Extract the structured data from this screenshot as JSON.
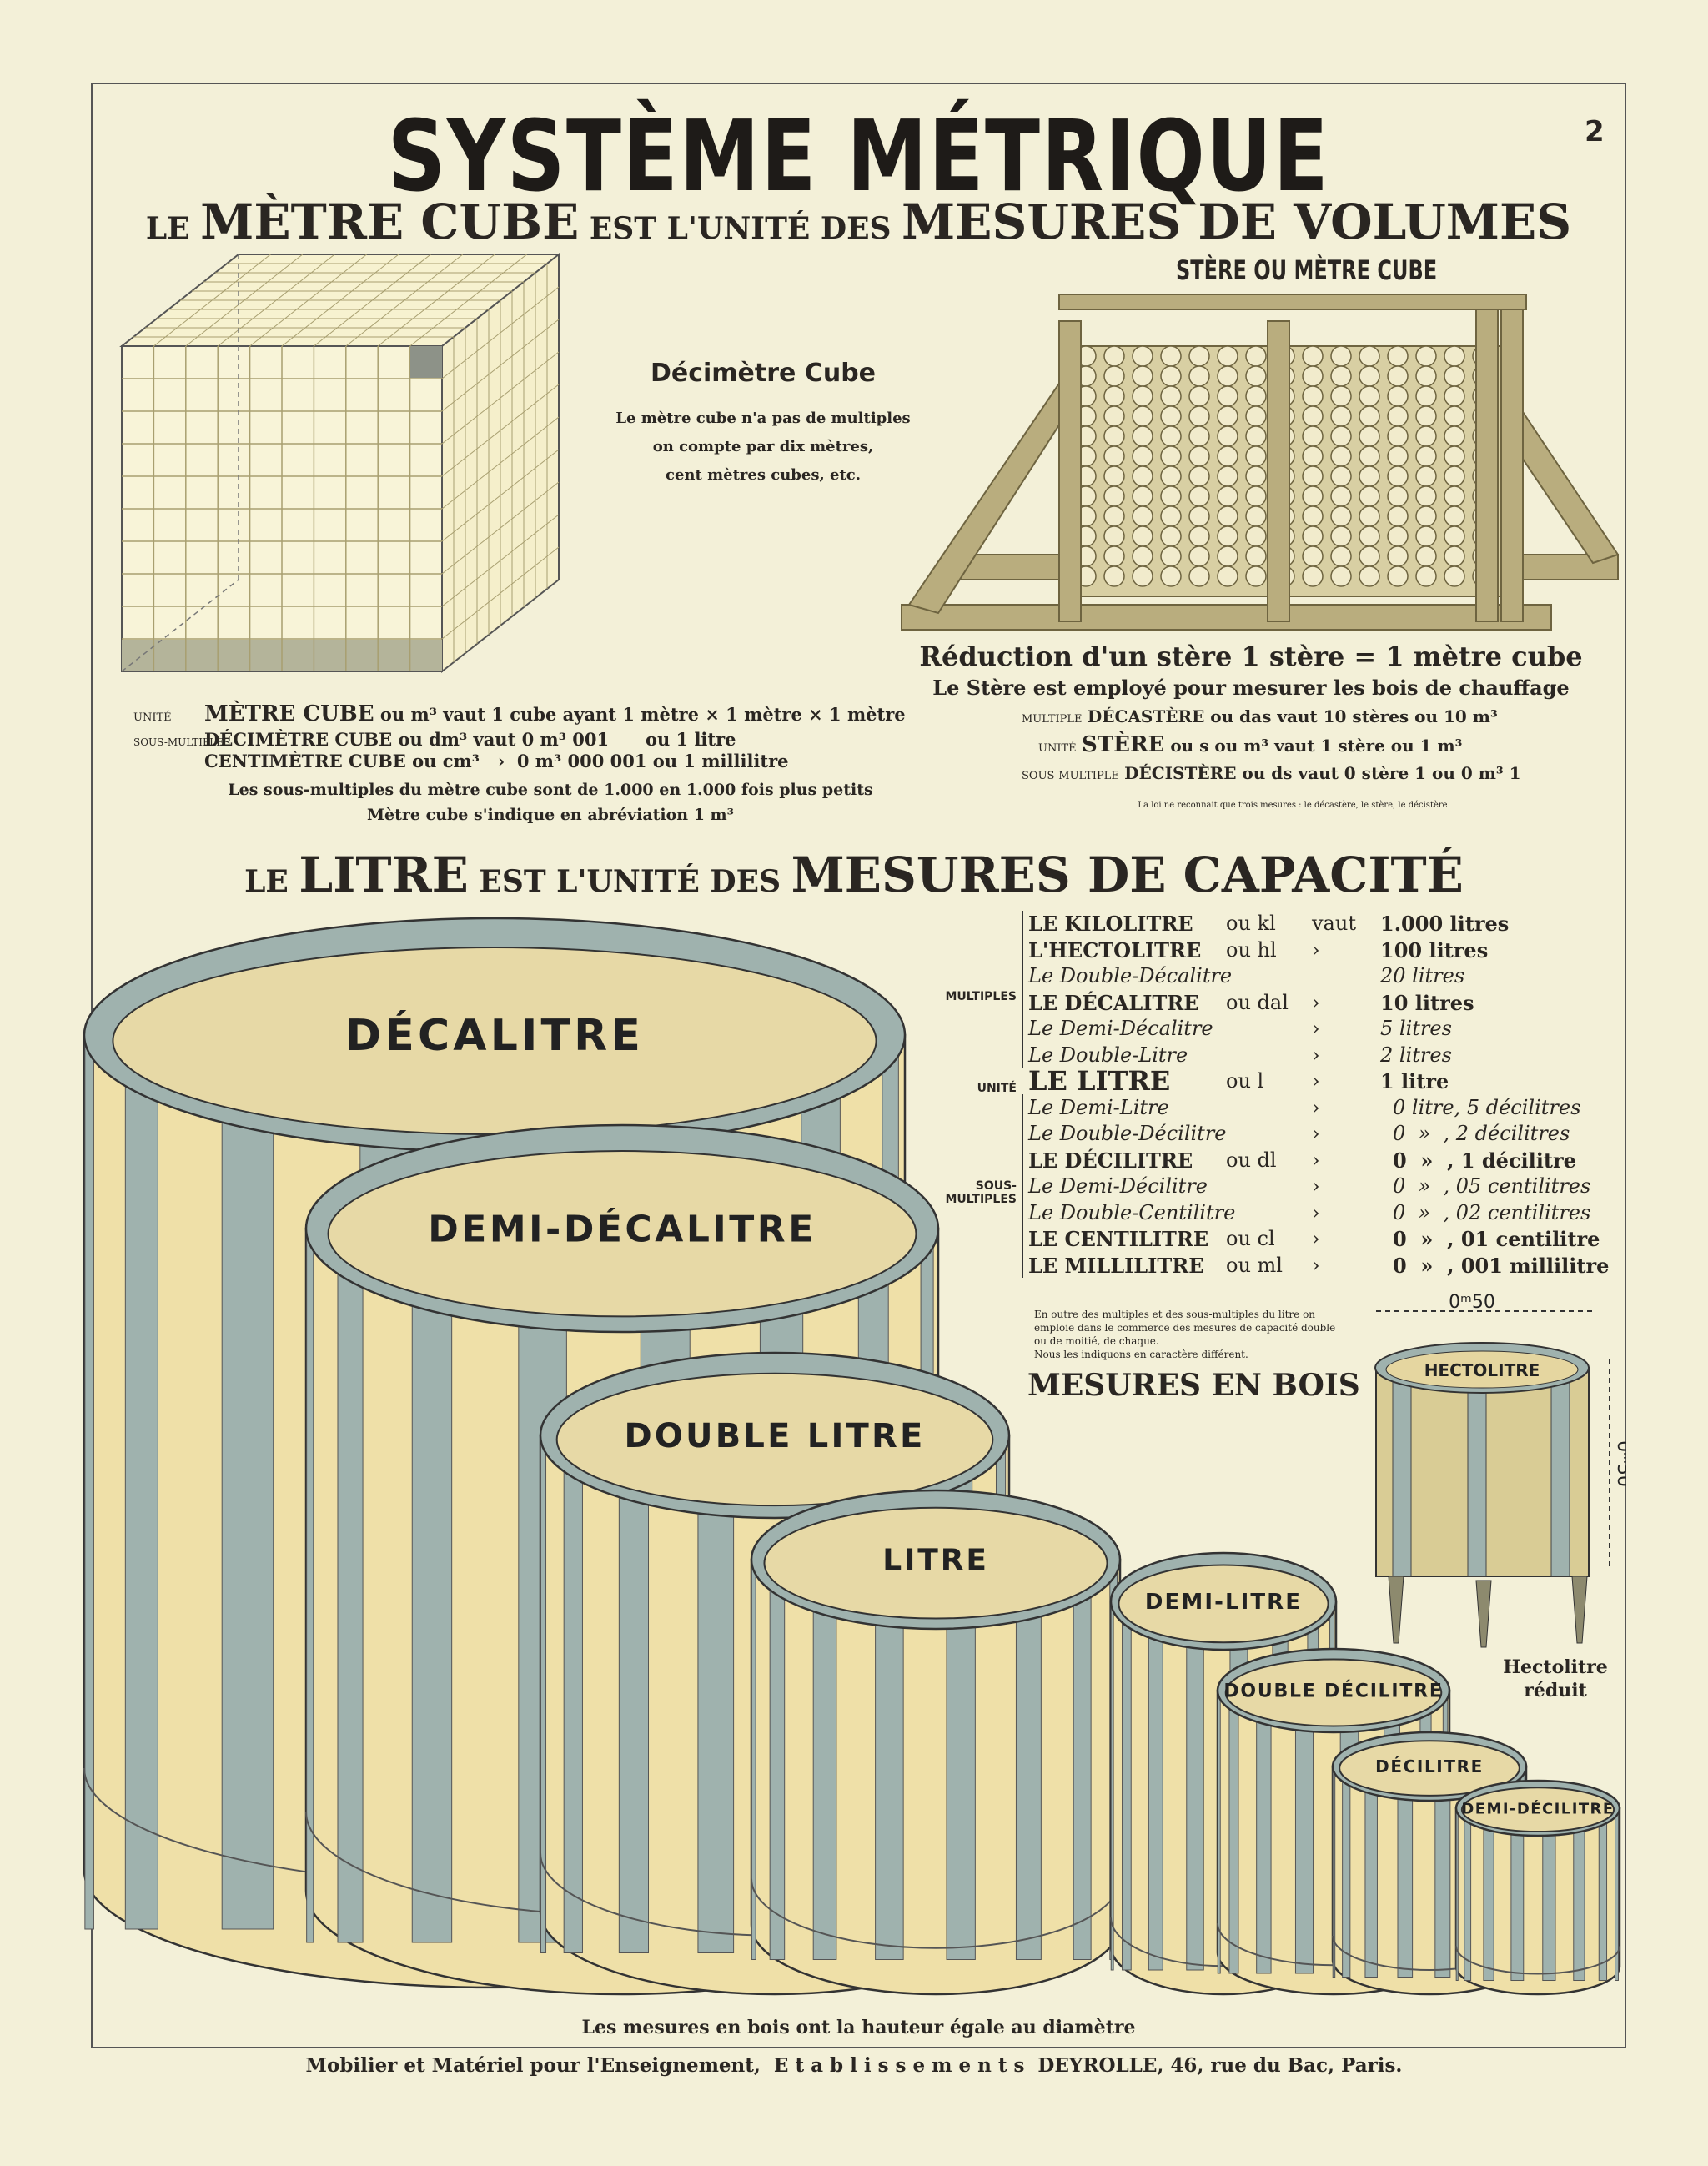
{
  "title": "SYSTÈME MÉTRIQUE",
  "page_number": "2",
  "volumes_heading": {
    "p1": "LE ",
    "p2": "MÈTRE CUBE",
    "p3": " EST L'UNITÉ DES ",
    "p4": "MESURES DE VOLUMES"
  },
  "decimetre_cube": {
    "title": "Décimètre Cube",
    "lines": [
      "Le mètre cube n'a pas de multiples",
      "on compte par dix mètres,",
      "cent mètres cubes, etc."
    ]
  },
  "stere_label": "STÈRE OU MÈTRE CUBE",
  "stere_reduction": "Réduction d'un stère 1 stère = 1 mètre cube",
  "stere_usage": "Le Stère est employé pour mesurer les bois de chauffage",
  "stere_rows": [
    {
      "group": "MULTIPLE",
      "name": "DÉCASTÈRE",
      "text": " ou das vaut 10 stères ou 10 m³"
    },
    {
      "group": "UNITÉ",
      "name": "STÈRE",
      "text": " ou s ou m³ vaut 1 stère ou 1 m³"
    },
    {
      "group": "SOUS-MULTIPLE",
      "name": "DÉCISTÈRE",
      "text": " ou ds vaut 0 stère 1 ou 0 m³ 1"
    }
  ],
  "stere_law": "La loi ne reconnait que trois mesures : le décastère, le stère, le décistère",
  "cube_rows": [
    {
      "group": "UNITÉ",
      "name": "MÈTRE CUBE",
      "text": " ou m³ vaut 1 cube ayant 1 mètre × 1 mètre × 1 mètre"
    },
    {
      "group": "SOUS-MULTIPLES",
      "name": "DÉCIMÈTRE CUBE",
      "text": " ou dm³ vaut 0 m³ 001      ou 1 litre"
    },
    {
      "group": "",
      "name": "CENTIMÈTRE CUBE",
      "text": " ou cm³   ›  0 m³ 000 001 ou 1 millilitre"
    }
  ],
  "cube_notes": [
    "Les sous-multiples du mètre cube sont de 1.000 en 1.000 fois plus petits",
    "Mètre cube s'indique en abréviation 1 m³"
  ],
  "capacity_heading": {
    "p1": "LE ",
    "p2": "LITRE",
    "p3": " EST L'UNITÉ DES ",
    "p4": "MESURES DE CAPACITÉ"
  },
  "litre_table": {
    "groups": {
      "multiples": "MULTIPLES",
      "unit": "UNITÉ",
      "sub": "SOUS-MULTIPLES"
    },
    "rows": [
      {
        "name": "LE KILOLITRE",
        "abbr": "ou kl",
        "sep": "vaut",
        "value": "1.000 litres",
        "italic": false
      },
      {
        "name": "L'HECTOLITRE",
        "abbr": "ou hl",
        "sep": "›",
        "value": "100 litres",
        "italic": false
      },
      {
        "name": "Le Double-Décalitre",
        "abbr": "",
        "sep": "",
        "value": "20 litres",
        "italic": true
      },
      {
        "name": "LE DÉCALITRE",
        "abbr": "ou dal",
        "sep": "›",
        "value": "10 litres",
        "italic": false
      },
      {
        "name": "Le Demi-Décalitre",
        "abbr": "",
        "sep": "›",
        "value": "5 litres",
        "italic": true
      },
      {
        "name": "Le Double-Litre",
        "abbr": "",
        "sep": "›",
        "value": "2 litres",
        "italic": true
      },
      {
        "name": "LE LITRE",
        "abbr": "ou l",
        "sep": "›",
        "value": "1 litre",
        "italic": false
      },
      {
        "name": "Le Demi-Litre",
        "abbr": "",
        "sep": "›",
        "value": "0 litre, 5 décilitres",
        "italic": true
      },
      {
        "name": "Le Double-Décilitre",
        "abbr": "",
        "sep": "›",
        "value": "0  »  , 2 décilitres",
        "italic": true
      },
      {
        "name": "LE DÉCILITRE",
        "abbr": "ou dl",
        "sep": "›",
        "value": "0  »  , 1 décilitre",
        "italic": false
      },
      {
        "name": "Le Demi-Décilitre",
        "abbr": "",
        "sep": "›",
        "value": "0  »  , 05 centilitres",
        "italic": true
      },
      {
        "name": "Le Double-Centilitre",
        "abbr": "",
        "sep": "›",
        "value": "0  »  , 02 centilitres",
        "italic": true
      },
      {
        "name": "LE CENTILITRE",
        "abbr": "ou cl",
        "sep": "›",
        "value": "0  »  , 01 centilitre",
        "italic": false
      },
      {
        "name": "LE MILLILITRE",
        "abbr": "ou ml",
        "sep": "›",
        "value": "0  »  , 001 millilitre",
        "italic": false
      }
    ]
  },
  "litre_note": [
    "En outre des multiples et des sous-multiples du litre on",
    "emploie dans le commerce des mesures de capacité double",
    "ou de moitié, de chaque.",
    "Nous les indiquons en caractère différent."
  ],
  "wood_heading": "MESURES EN BOIS",
  "hectolitre": {
    "label": "HECTOLITRE",
    "width": "0ᵐ50",
    "height": "0ᵐ50",
    "caption1": "Hectolitre",
    "caption2": "réduit"
  },
  "barrels": [
    "DÉCALITRE",
    "DEMI-DÉCALITRE",
    "DOUBLE LITRE",
    "LITRE",
    "DEMI-LITRE",
    "DOUBLE DÉCILITRE",
    "DÉCILITRE",
    "DEMI-DÉCILITRE"
  ],
  "bottom_caption": "Les mesures en bois ont la hauteur égale au diamètre",
  "footer": "Mobilier et Matériel pour l'Enseignement,  E t a b l i s s e m e n t s  DEYROLLE, 46, rue du Bac, Paris.",
  "colors": {
    "paper": "#f3f0d8",
    "wood": "#efe0a8",
    "iron": "#9fb2ae",
    "ink": "#2a2622"
  }
}
